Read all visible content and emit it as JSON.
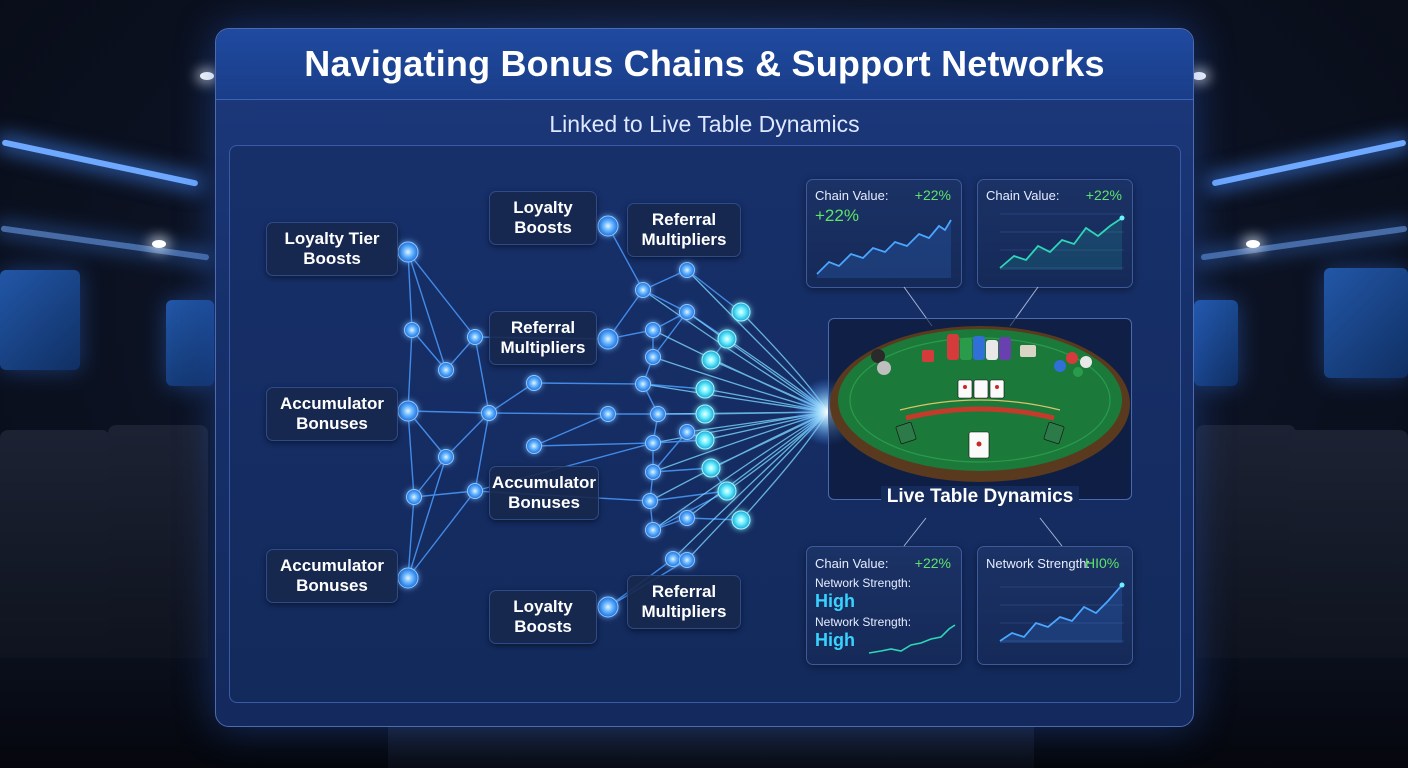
{
  "header": {
    "title": "Navigating Bonus Chains & Support Networks",
    "subtitle": "Linked to Live Table Dynamics"
  },
  "left_nodes": [
    {
      "label": "Loyalty Tier Boosts"
    },
    {
      "label": "Accumulator Bonuses"
    },
    {
      "label": "Accumulator Bonuses"
    }
  ],
  "mid_nodes": [
    {
      "label": "Loyalty Boosts"
    },
    {
      "label": "Referral Multipliers"
    },
    {
      "label": "Referral Multipliers"
    },
    {
      "label": "Accumulator Bonuses"
    },
    {
      "label": "Loyalty Boosts"
    },
    {
      "label": "Referral Multipliers"
    }
  ],
  "cards": {
    "top_left": {
      "label": "Chain Value:",
      "delta": "+22%",
      "value": "+22%"
    },
    "top_right": {
      "label": "Chain Value:",
      "delta": "+22%"
    },
    "bottom_left": {
      "label": "Chain Value:",
      "delta": "+22%",
      "strength_label_1": "Network Strength:",
      "strength_value_1": "High",
      "strength_label_2": "Network Strength:",
      "strength_value_2": "High"
    },
    "bottom_right": {
      "label": "Network Strength:",
      "value": "HI0%"
    }
  },
  "live_table": {
    "label": "Live Table Dynamics"
  },
  "colors": {
    "accent_blue": "#39d2ff",
    "node_glow": "#4da3ff",
    "positive_green": "#5fe36a",
    "panel_bg": "#16306b"
  }
}
